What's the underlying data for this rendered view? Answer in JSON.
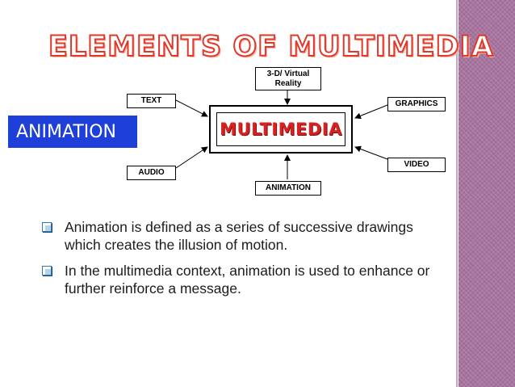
{
  "slide": {
    "title": "ELEMENTS OF MULTIMEDIA",
    "banner": "ANIMATION",
    "center": "MULTIMEDIA",
    "nodes": {
      "vr": "3-D/ Virtual Reality",
      "text": "TEXT",
      "graphics": "GRAPHICS",
      "video": "VIDEO",
      "audio": "AUDIO",
      "animation": "ANIMATION"
    },
    "bullets": [
      "Animation is defined as a series of successive drawings which creates the illusion of motion.",
      "In the multimedia context, animation is used to enhance or further reinforce a message."
    ]
  },
  "colors": {
    "title_stroke": "#e0392a",
    "center_text": "#d92121",
    "banner_bg": "#1f3fd9",
    "sidebar": "#a8739f"
  },
  "icons": {
    "bullet": "square-bullet-icon"
  }
}
